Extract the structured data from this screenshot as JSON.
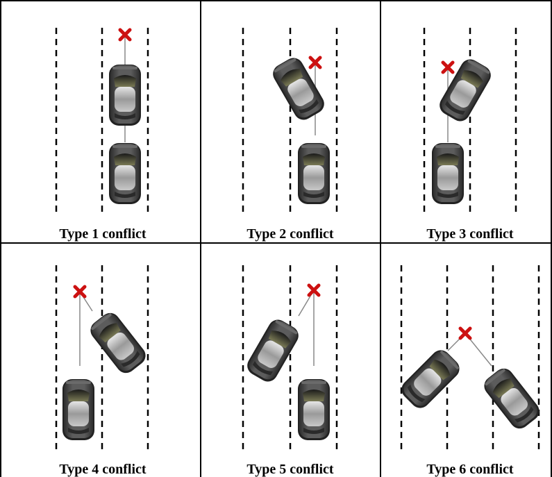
{
  "panels": [
    {
      "caption": "Type 1 conflict"
    },
    {
      "caption": "Type 2 conflict"
    },
    {
      "caption": "Type 3 conflict"
    },
    {
      "caption": "Type 4 conflict"
    },
    {
      "caption": "Type 5 conflict"
    },
    {
      "caption": "Type 6 conflict"
    }
  ],
  "colors": {
    "border": "#000000",
    "lane_line": "#000000",
    "conflict_marker": "#cc1111",
    "trajectory_line": "#888888",
    "car_body": "#4a4a4a"
  },
  "icons": {
    "conflict_point": "x-mark-icon",
    "vehicle": "car-top-view-icon"
  }
}
